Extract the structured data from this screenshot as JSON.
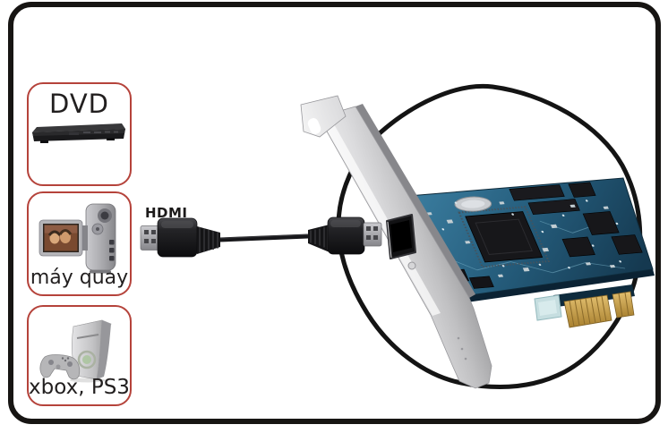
{
  "diagram": {
    "sources": [
      {
        "id": "dvd",
        "label": "DVD",
        "icon": "dvd-player-icon"
      },
      {
        "id": "camcorder",
        "label": "máy quay",
        "icon": "camcorder-icon"
      },
      {
        "id": "game-consoles",
        "label": "xbox, PS3",
        "icon": "game-console-icon"
      }
    ],
    "cable": {
      "label": "HDMI",
      "icon": "hdmi-cable-icon"
    },
    "target": {
      "icon": "pcie-capture-card-icon",
      "annotation": "circle-outline"
    },
    "colors": {
      "frame_border": "#171513",
      "source_box_border": "#b5433b",
      "label_text": "#221f1f",
      "pcb": "#2b6384",
      "pcb_dark": "#133246",
      "chip": "#17171a",
      "gold_fingers": "#c9a24e",
      "bracket_silver": "#d9d9db",
      "cable_black": "#1a1a1c",
      "background": "#ffffff"
    }
  }
}
